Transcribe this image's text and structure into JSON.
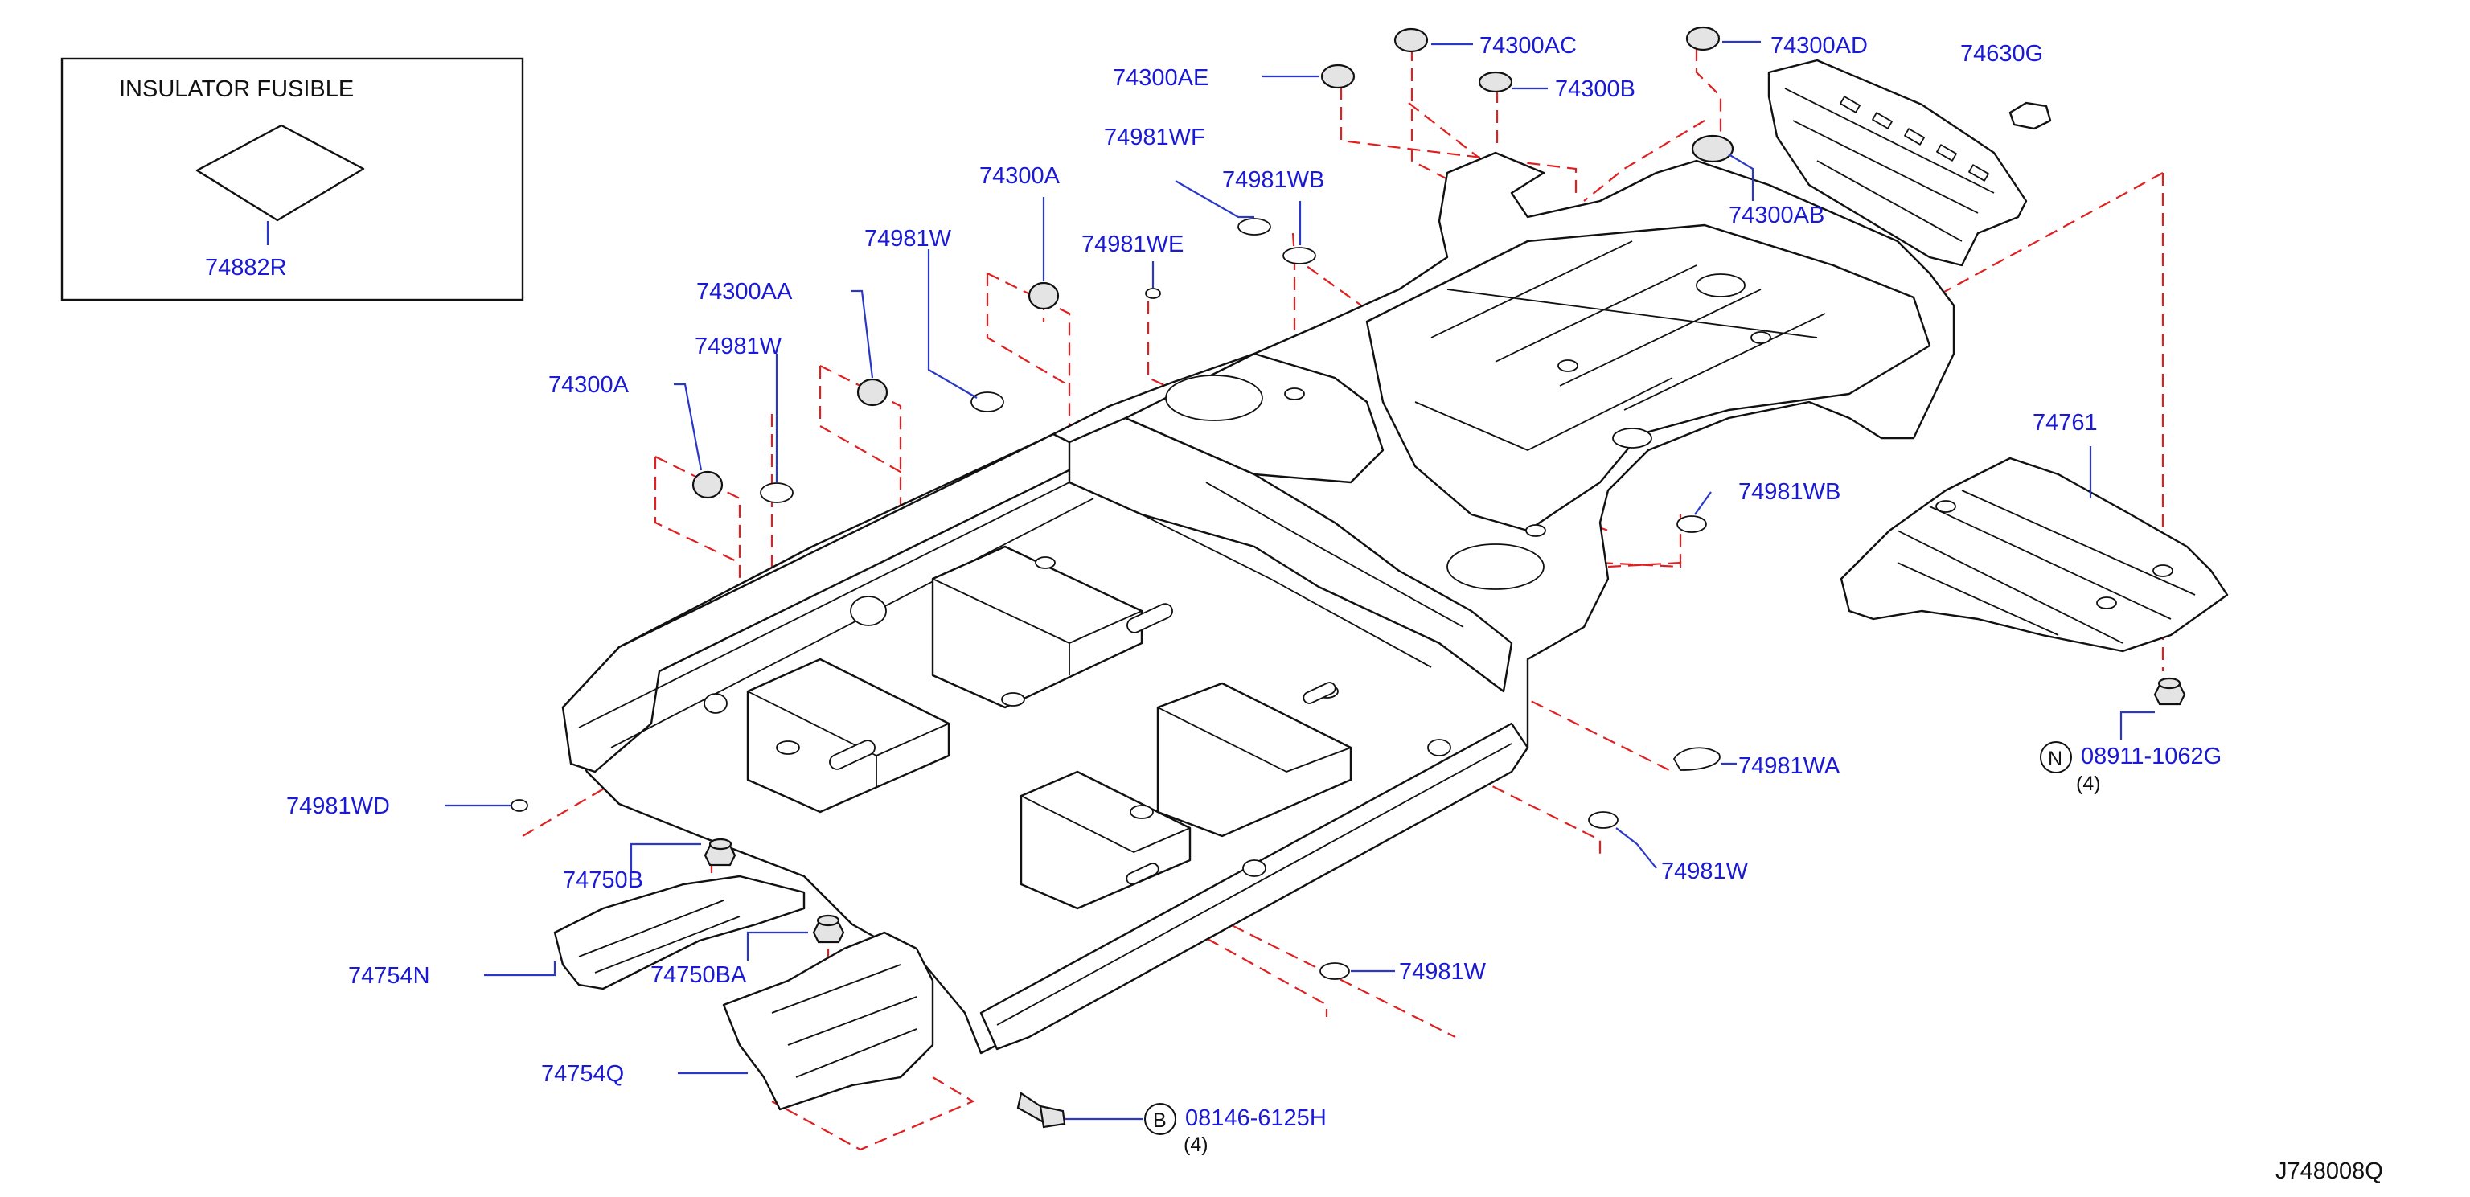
{
  "diagram": {
    "code": "J748008Q",
    "inset": {
      "title": "INSULATOR FUSIBLE",
      "part": "74882R"
    },
    "labels": {
      "p74300AE": "74300AE",
      "p74300AC": "74300AC",
      "p74300AD": "74300AD",
      "p74630G": "74630G",
      "p74300B": "74300B",
      "p74981WF": "74981WF",
      "p74981WB_top": "74981WB",
      "p74300A_top": "74300A",
      "p74300AB": "74300AB",
      "p74981WE": "74981WE",
      "p74981W_a": "74981W",
      "p74300AA": "74300AA",
      "p74981W_b": "74981W",
      "p74300A_left": "74300A",
      "p74761": "74761",
      "p74981WB_right": "74981WB",
      "p74981WA": "74981WA",
      "p74981WD": "74981WD",
      "p74981W_c": "74981W",
      "p74750B": "74750B",
      "p74754N": "74754N",
      "p74750BA": "74750BA",
      "p74981W_d": "74981W",
      "p74754Q": "74754Q",
      "bolt_num": "08146-6125H",
      "bolt_qty": "(4)",
      "bolt_marker": "B",
      "nut_num": "08911-1062G",
      "nut_qty": "(4)",
      "nut_marker": "N"
    }
  },
  "colors": {
    "label": "#1a1ad6",
    "leader": "#2a38c8",
    "dashed": "#e02020",
    "line": "#111111"
  }
}
